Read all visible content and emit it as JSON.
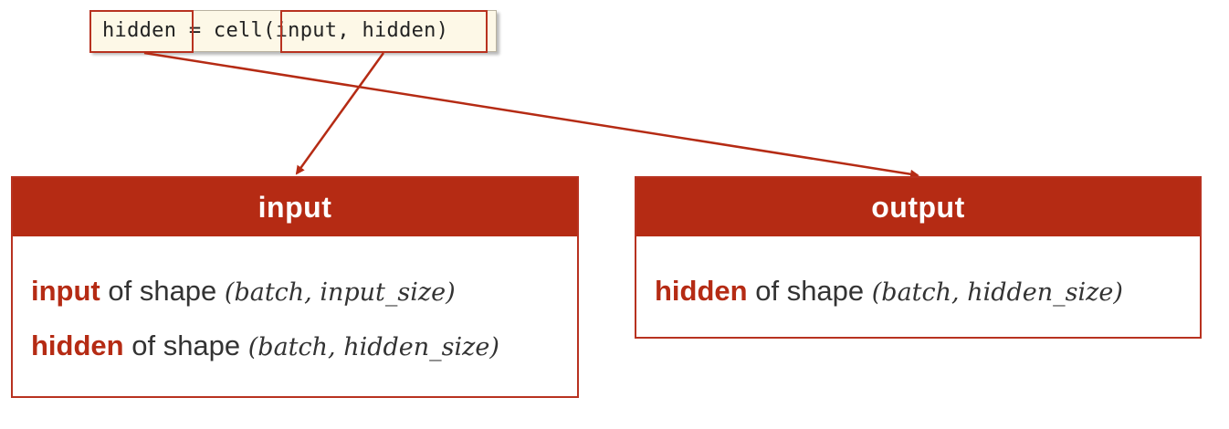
{
  "code": {
    "text": "hidden = cell(input, hidden)",
    "highlights": [
      "hidden",
      "(input, hidden)"
    ]
  },
  "panels": {
    "input": {
      "title": "input",
      "rows": [
        {
          "keyword": "input",
          "text": " of shape ",
          "math": "(batch, input_size)"
        },
        {
          "keyword": "hidden",
          "text": " of shape ",
          "math": "(batch, hidden_size)"
        }
      ]
    },
    "output": {
      "title": "output",
      "rows": [
        {
          "keyword": "hidden",
          "text": " of shape ",
          "math": "(batch, hidden_size)"
        }
      ]
    }
  },
  "colors": {
    "accent": "#b52b14",
    "code_background": "#fdf8e7",
    "text": "#333333"
  }
}
